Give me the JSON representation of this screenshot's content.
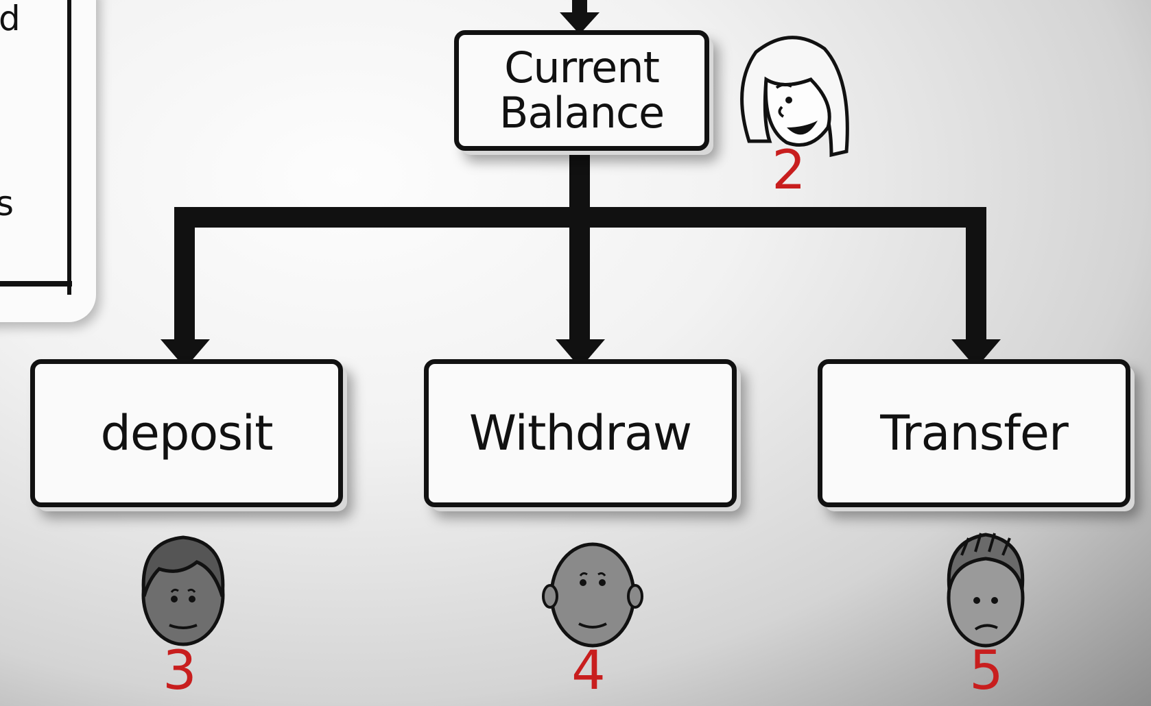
{
  "side_fragments": [
    "d",
    "s"
  ],
  "nodes": {
    "current_balance": {
      "line1": "Current",
      "line2": "Balance"
    },
    "deposit": "deposit",
    "withdraw": "Withdraw",
    "transfer": "Transfer"
  },
  "numbers": {
    "current_balance": "2",
    "deposit": "3",
    "withdraw": "4",
    "transfer": "5"
  },
  "colors": {
    "stroke": "#111111",
    "number": "#c81e1e",
    "box_fill": "#fafafa"
  }
}
